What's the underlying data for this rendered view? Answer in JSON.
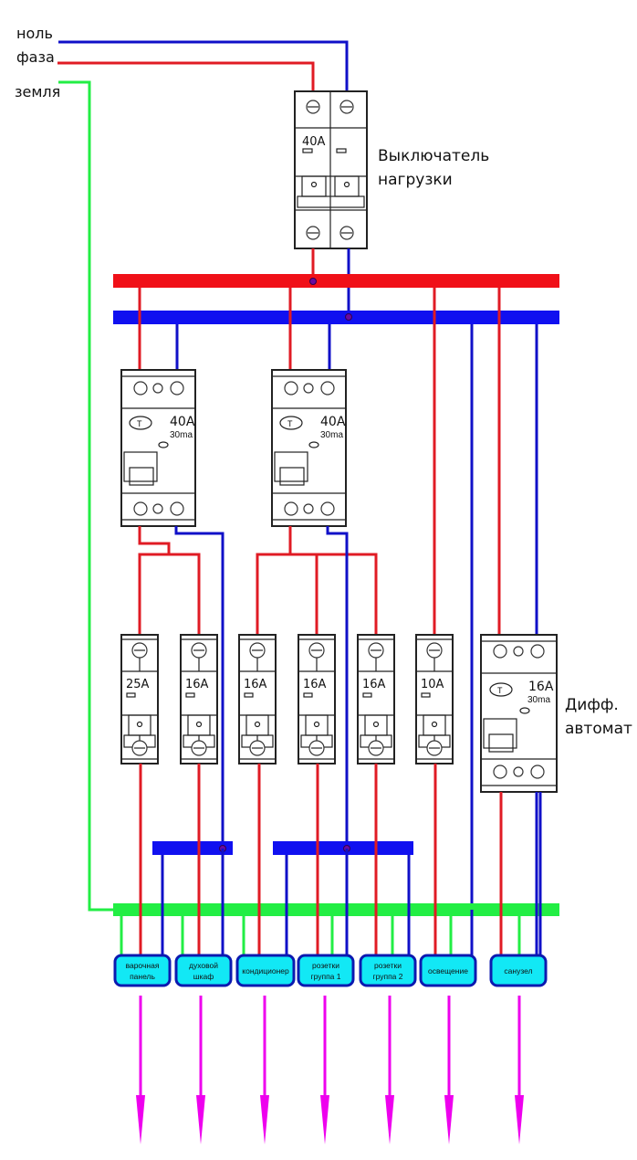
{
  "colors": {
    "phase": "#e01b24",
    "neutral": "#1010c8",
    "ground": "#22ee44",
    "load_fill": "#12e8f5",
    "load_border": "#0c1ab0",
    "arrow": "#ee00ee"
  },
  "legend": {
    "neutral": "ноль",
    "phase": "фаза",
    "ground": "земля"
  },
  "main_switch": {
    "rating": "40A",
    "label_line1": "Выключатель",
    "label_line2": "нагрузки"
  },
  "rcds": [
    {
      "rating": "40A",
      "sensitivity": "30ma",
      "test_symbol": "T"
    },
    {
      "rating": "40A",
      "sensitivity": "30ma",
      "test_symbol": "T"
    }
  ],
  "breakers": [
    {
      "rating": "25A"
    },
    {
      "rating": "16A"
    },
    {
      "rating": "16A"
    },
    {
      "rating": "16A"
    },
    {
      "rating": "16A"
    },
    {
      "rating": "10A"
    }
  ],
  "rcbo": {
    "rating": "16A",
    "sensitivity": "30ma",
    "test_symbol": "T",
    "label_line1": "Дифф.",
    "label_line2": "автомат"
  },
  "loads": [
    {
      "line1": "варочная",
      "line2": "панель"
    },
    {
      "line1": "духовой",
      "line2": "шкаф"
    },
    {
      "line1": "кондиционер",
      "line2": ""
    },
    {
      "line1": "розетки",
      "line2": "группа 1"
    },
    {
      "line1": "розетки",
      "line2": "группа 2"
    },
    {
      "line1": "освещение",
      "line2": ""
    },
    {
      "line1": "санузел",
      "line2": ""
    }
  ]
}
